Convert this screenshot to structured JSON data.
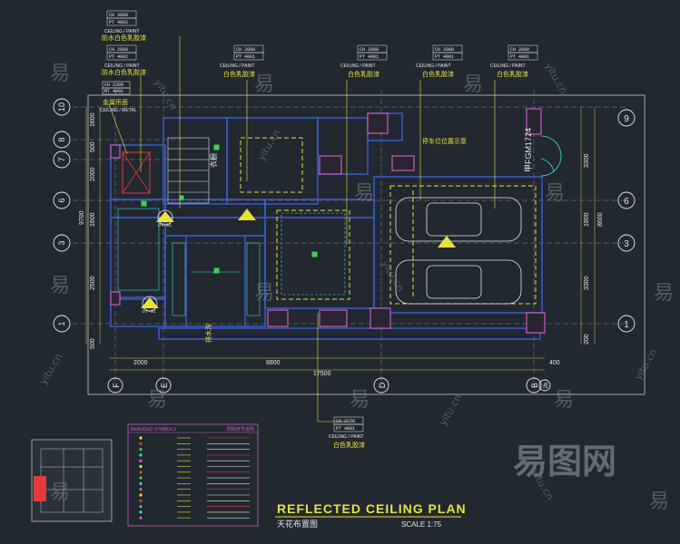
{
  "plan": {
    "title": "REFLECTED CEILING PLAN",
    "subtitle": "天花布置图",
    "scale": "SCALE 1:75"
  },
  "ceiling_tags": [
    {
      "ch": "CH 3000",
      "pt": "PT 4002",
      "label": "防水白色乳胶漆"
    },
    {
      "ch": "CH 2800",
      "pt": "PT 4002",
      "label": "防水白色乳胶漆"
    },
    {
      "ch": "CH 2800",
      "pt": "PT 4001",
      "label": "白色乳胶漆"
    },
    {
      "ch": "CH 2800",
      "pt": "PT 4001",
      "label": "白色乳胶漆"
    },
    {
      "ch": "CH 2800",
      "pt": "PT 4001",
      "label": "白色乳胶漆"
    },
    {
      "ch": "CH 2800",
      "pt": "PT 4001",
      "label": "白色乳胶漆"
    },
    {
      "ch": "CH 3150",
      "pt": "PT 4001",
      "label": "白色乳胶漆"
    }
  ],
  "ceiling_paint_caption": "CEILING / PAINT",
  "metal_tag": {
    "ch": "CH 2200",
    "mt": "MT 4001",
    "label": "金属吊面",
    "caption": "CEILING / METAL"
  },
  "grid_right": [
    "9",
    "6",
    "3",
    "1"
  ],
  "grid_left": [
    "10",
    "8",
    "7",
    "6",
    "3",
    "1"
  ],
  "grid_bottom": [
    "F",
    "E",
    "D",
    "B",
    "2b"
  ],
  "dims": {
    "left": [
      "1600",
      "500",
      "2000",
      "1600",
      "2500",
      "9700",
      "500"
    ],
    "right": [
      "3300",
      "1800",
      "3300",
      "8600",
      "200"
    ],
    "bottom": [
      "2000",
      "8800",
      "400",
      "17500"
    ]
  },
  "room_labels": {
    "door": "甲FGM1724",
    "parking_note": "停车位位置示意",
    "drain": "排水沟",
    "stair": "衣橱"
  },
  "section_markers": [
    "DT-01",
    "DT-01"
  ],
  "legend": {
    "heading": "BRANDED SYMBOLS",
    "heading_right": "照明符号说明",
    "rows": [
      "",
      "",
      "",
      "",
      "",
      "",
      "",
      "",
      "",
      "",
      "",
      "",
      "",
      "",
      ""
    ]
  },
  "watermark": {
    "brand": "易图网",
    "domain": "yitu.cn",
    "glyph": "易"
  },
  "colors": {
    "background": "#212830",
    "wall": "#3c5fd6",
    "column": "#c85ec0",
    "yellow": "#e8e23c",
    "white": "#e8e8e8",
    "red": "#e53a3a",
    "green": "#3dd05a",
    "cyan": "#41d4e0"
  }
}
